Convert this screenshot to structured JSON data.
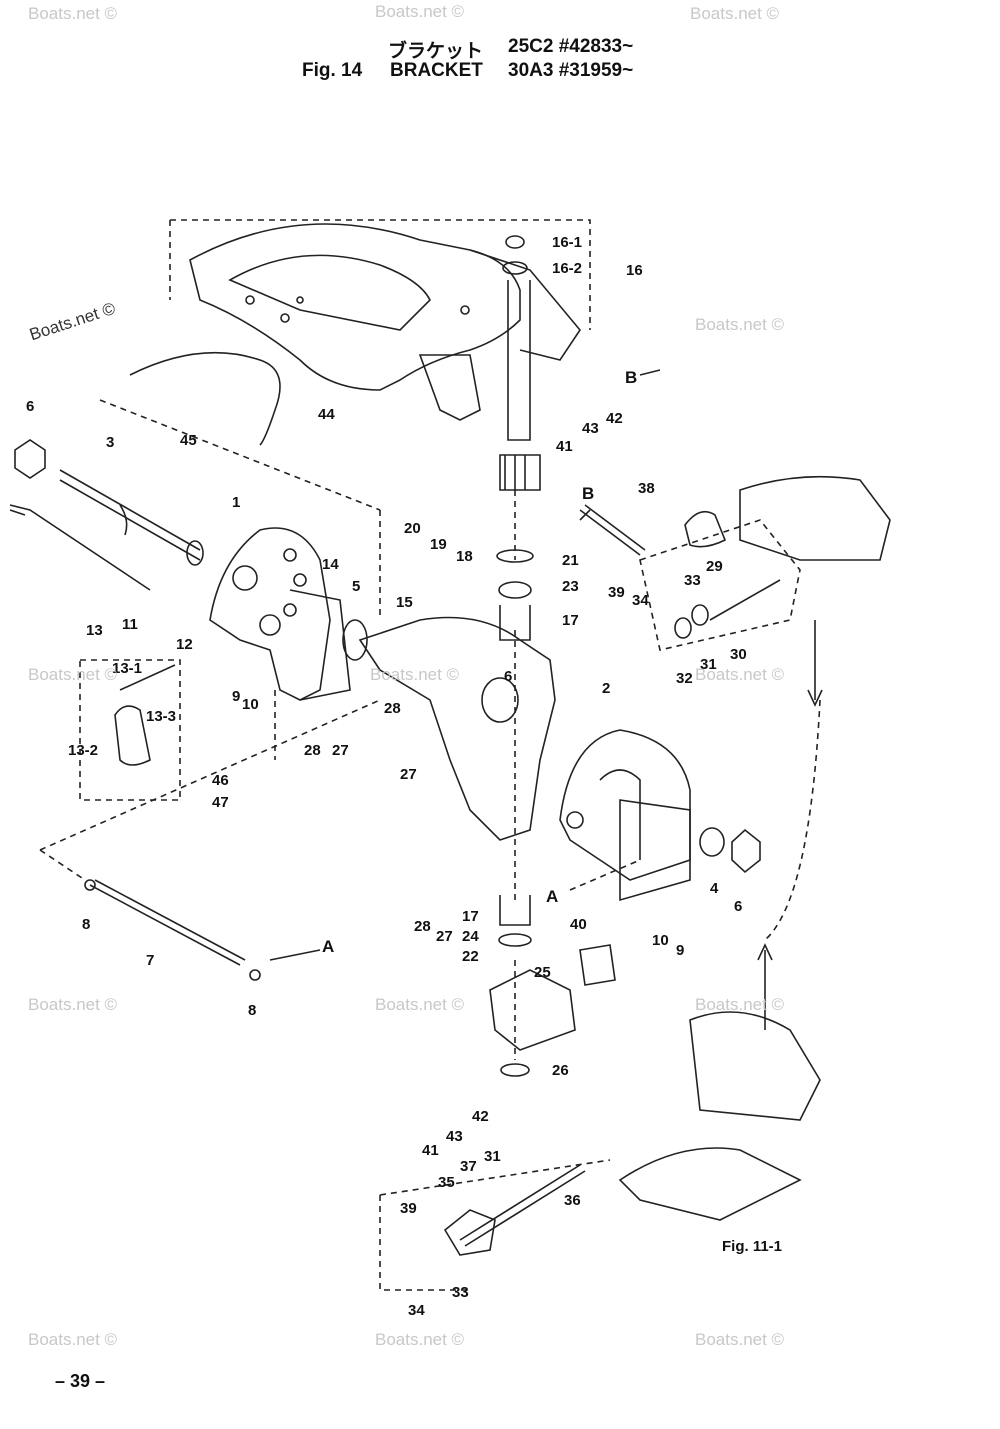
{
  "header": {
    "jp_title": "ブラケット",
    "fig": "Fig. 14",
    "title": "BRACKET",
    "serial_1": "25C2 #42833~",
    "serial_2": "30A3 #31959~"
  },
  "watermark": "Boats.net ©",
  "page_number": "– 39 –",
  "ref_note": "Fig. 11-1",
  "arrow_labels": {
    "a": "A",
    "b": "B"
  },
  "parts": [
    "1",
    "2",
    "3",
    "4",
    "5",
    "6",
    "7",
    "8",
    "9",
    "10",
    "11",
    "12",
    "13",
    "13-1",
    "13-2",
    "13-3",
    "14",
    "15",
    "16",
    "16-1",
    "16-2",
    "17",
    "18",
    "19",
    "20",
    "21",
    "22",
    "23",
    "24",
    "25",
    "26",
    "27",
    "28",
    "29",
    "30",
    "31",
    "32",
    "33",
    "34",
    "35",
    "36",
    "37",
    "38",
    "39",
    "40",
    "41",
    "42",
    "43",
    "44",
    "45",
    "46",
    "47"
  ]
}
